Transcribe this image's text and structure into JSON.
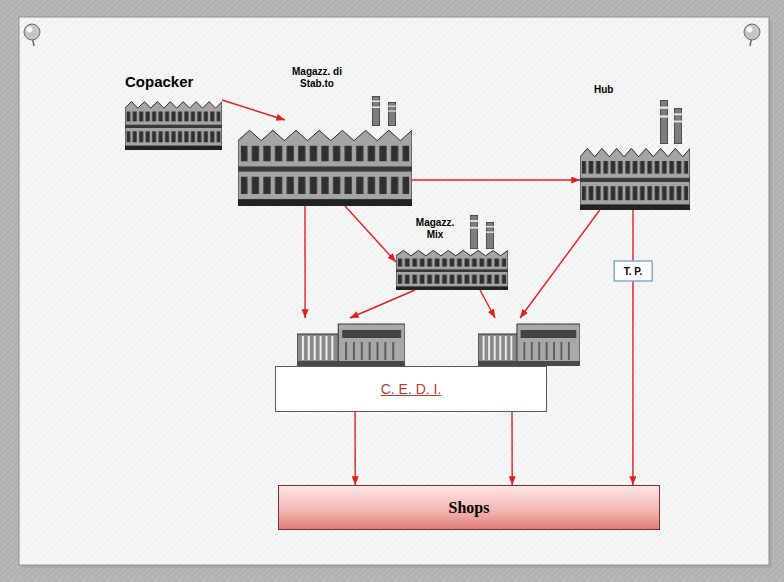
{
  "diagram": {
    "nodes": [
      {
        "text": [
          "Copacker"
        ]
      },
      {
        "text": [
          "Magazz. di Stab.to"
        ]
      },
      {
        "text": [
          "Hub"
        ]
      },
      {
        "text": [
          "Magazz. Mix"
        ]
      },
      {
        "text": [
          "C. E. D. I."
        ]
      },
      {
        "text": [
          "Shops"
        ]
      }
    ],
    "edges": [
      {
        "from": 0,
        "to": 1,
        "arrow": "to"
      },
      {
        "from": 1,
        "to": 2,
        "arrow": "to"
      },
      {
        "from": 1,
        "to": 4,
        "arrow": "to"
      },
      {
        "from": 1,
        "to": 3,
        "arrow": "to"
      },
      {
        "from": 3,
        "to": 4,
        "arrow": "to"
      },
      {
        "from": 3,
        "to": 4,
        "arrow": "to"
      },
      {
        "from": 2,
        "to": 4,
        "arrow": "to"
      },
      {
        "from": 2,
        "to": 5,
        "label": "T. P.",
        "arrow": "to"
      },
      {
        "from": 4,
        "to": 5,
        "arrow": "to"
      },
      {
        "from": 4,
        "to": 5,
        "arrow": "to"
      }
    ]
  }
}
